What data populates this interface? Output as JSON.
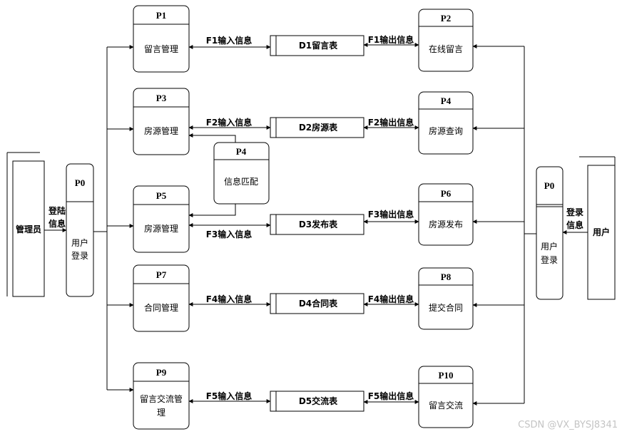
{
  "entities": {
    "admin": "管理员",
    "user": "用户"
  },
  "login": {
    "left": {
      "id": "P0",
      "name_line1": "用户",
      "name_line2": "登录",
      "flow_line1": "登陆",
      "flow_line2": "信息"
    },
    "right": {
      "id": "P0",
      "name_line1": "用户",
      "name_line2": "登录",
      "flow_line1": "登录",
      "flow_line2": "信息"
    }
  },
  "left_processes": [
    {
      "id": "P1",
      "name": "留言管理",
      "name2": ""
    },
    {
      "id": "P3",
      "name": "房源管理",
      "name2": ""
    },
    {
      "id": "P5",
      "name": "房源管理",
      "name2": ""
    },
    {
      "id": "P7",
      "name": "合同管理",
      "name2": ""
    },
    {
      "id": "P9",
      "name": "留言交流管",
      "name2": "理"
    }
  ],
  "right_processes": [
    {
      "id": "P2",
      "name": "在线留言"
    },
    {
      "id": "P4",
      "name": "房源查询"
    },
    {
      "id": "P6",
      "name": "房源发布"
    },
    {
      "id": "P8",
      "name": "提交合同"
    },
    {
      "id": "P10",
      "name": "留言交流"
    }
  ],
  "middle_process": {
    "id": "P4",
    "name": "信息匹配"
  },
  "data_stores": [
    "D1留言表",
    "D2房源表",
    "D3发布表",
    "D4合同表",
    "D5交流表"
  ],
  "input_flows": [
    "F1输入信息",
    "F2输入信息",
    "F3输入信息",
    "F4输入信息",
    "F5输入信息"
  ],
  "output_flows": [
    "F1输出信息",
    "F2输出信息",
    "F3输出信息",
    "F4输出信息",
    "F5输出信息"
  ],
  "watermark": "CSDN @VX_BYSJ8341"
}
